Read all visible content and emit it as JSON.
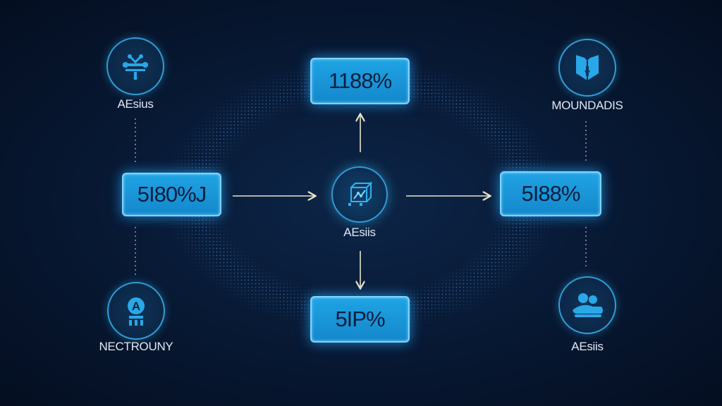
{
  "values": {
    "top": "1188%",
    "left": "5I80%J",
    "right": "5I88%",
    "bottom": "5IP%"
  },
  "labels": {
    "top_left": "AEsius",
    "top_right": "MOUNDADIS",
    "hub": "AEsiis",
    "bottom_left": "NECTROUNY",
    "bottom_right": "AEsiis"
  },
  "icons": {
    "top_left": "network-nodes-icon",
    "top_right": "shield-book-icon",
    "hub": "data-cube-icon",
    "bottom_left": "person-a-icon",
    "bottom_right": "people-group-icon"
  },
  "colors": {
    "background": "#081a36",
    "box_fill": "#1fa3e4",
    "box_border": "#7fd4ff",
    "icon_ring": "#2f9ed6",
    "arrow": "#e8e4c8",
    "label_text": "#dfe8f4"
  }
}
